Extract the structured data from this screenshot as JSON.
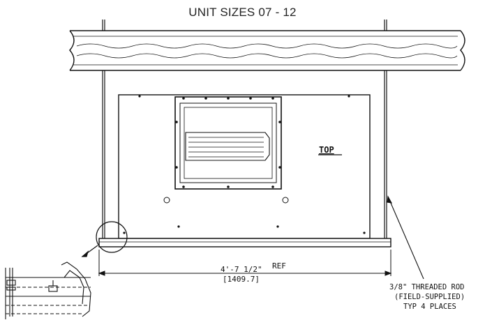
{
  "title": "UNIT SIZES 07 - 12",
  "labels": {
    "top": "TOP",
    "dimension_imperial": "4'-7 1/2\"",
    "dimension_ref": "REF",
    "dimension_metric": "[1409.7]",
    "rod_line1": "3/8\" THREADED ROD",
    "rod_line2": "(FIELD-SUPPLIED)",
    "rod_line3": "TYP 4 PLACES"
  }
}
